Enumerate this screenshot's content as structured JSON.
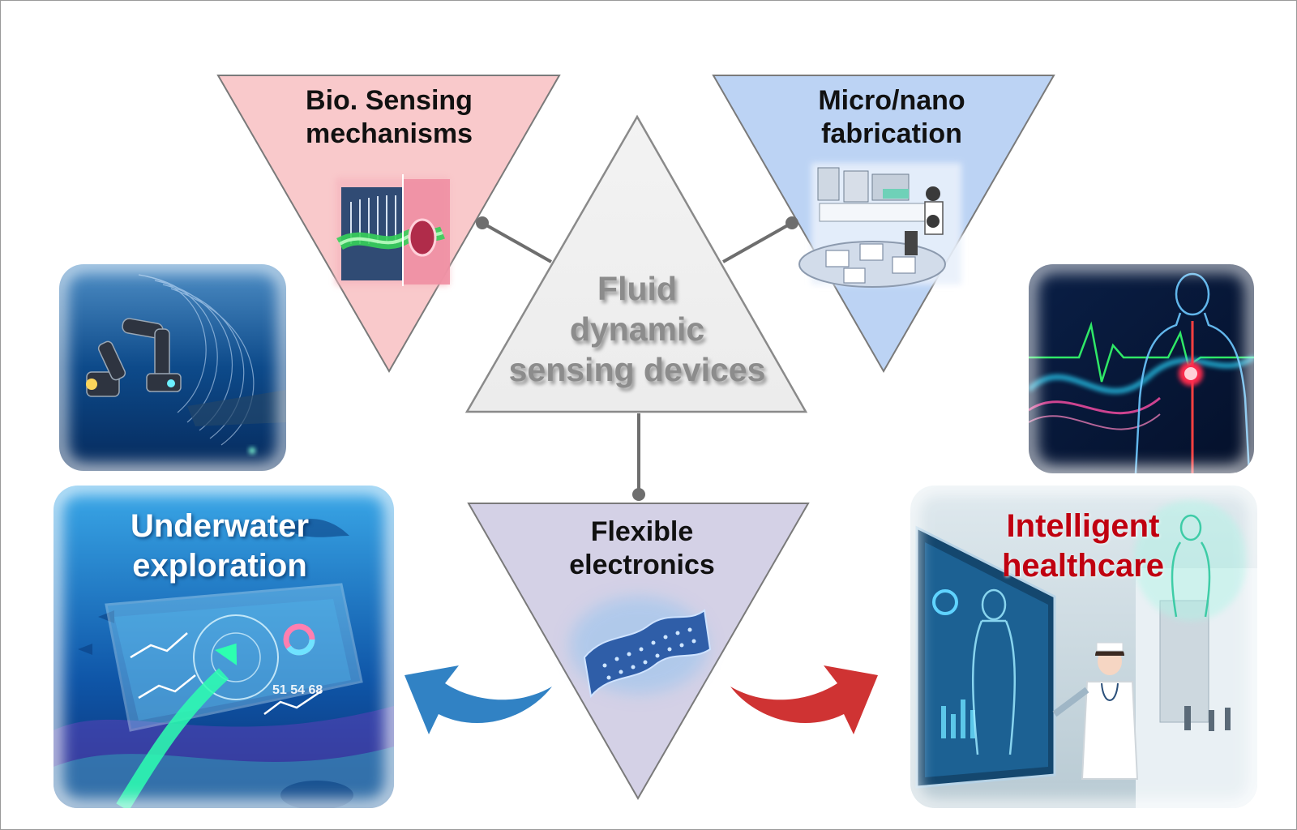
{
  "center": {
    "lines": [
      "Fluid",
      "dynamic",
      "sensing devices"
    ]
  },
  "pillars": [
    {
      "id": "bio",
      "lines": [
        "Bio. Sensing",
        "mechanisms"
      ],
      "icon": "bio-sensing-illustration-icon",
      "color": "#f9c9cb"
    },
    {
      "id": "fab",
      "lines": [
        "Micro/nano",
        "fabrication"
      ],
      "icon": "microfabrication-lab-illustration-icon",
      "color": "#bcd3f4"
    },
    {
      "id": "flex",
      "lines": [
        "Flexible",
        "electronics"
      ],
      "icon": "flexible-electronics-chip-icon",
      "color": "#d4d1e6"
    }
  ],
  "applications": [
    {
      "id": "underwater",
      "lines": [
        "Underwater",
        "exploration"
      ],
      "icon": "underwater-robot-arm-icon",
      "color": "#ffffff"
    },
    {
      "id": "healthcare",
      "lines": [
        "Intelligent",
        "healthcare"
      ],
      "icon": "human-body-heart-icon",
      "color": "#c00010"
    }
  ],
  "arrows": {
    "left_color": "#3182c4",
    "right_color": "#cf3333"
  },
  "center_color": "#efefef"
}
